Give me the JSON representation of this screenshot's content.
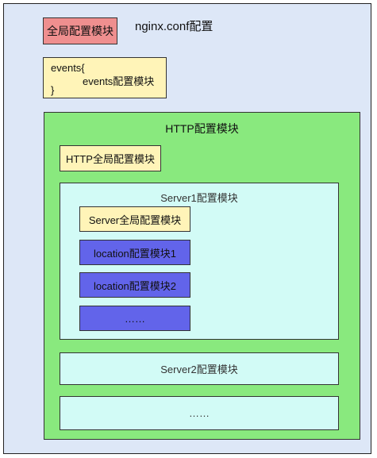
{
  "diagram": {
    "title": "nginx.conf配置",
    "global_module": "全局配置模块",
    "events": {
      "line1": "events{",
      "line2": "events配置模块",
      "line3": "}"
    },
    "http": {
      "title": "HTTP配置模块",
      "global_module": "HTTP全局配置模块",
      "server1": {
        "title": "Server1配置模块",
        "global_module": "Server全局配置模块",
        "locations": [
          "location配置模块1",
          "location配置模块2",
          "……"
        ]
      },
      "server2": "Server2配置模块",
      "more": "……"
    }
  }
}
